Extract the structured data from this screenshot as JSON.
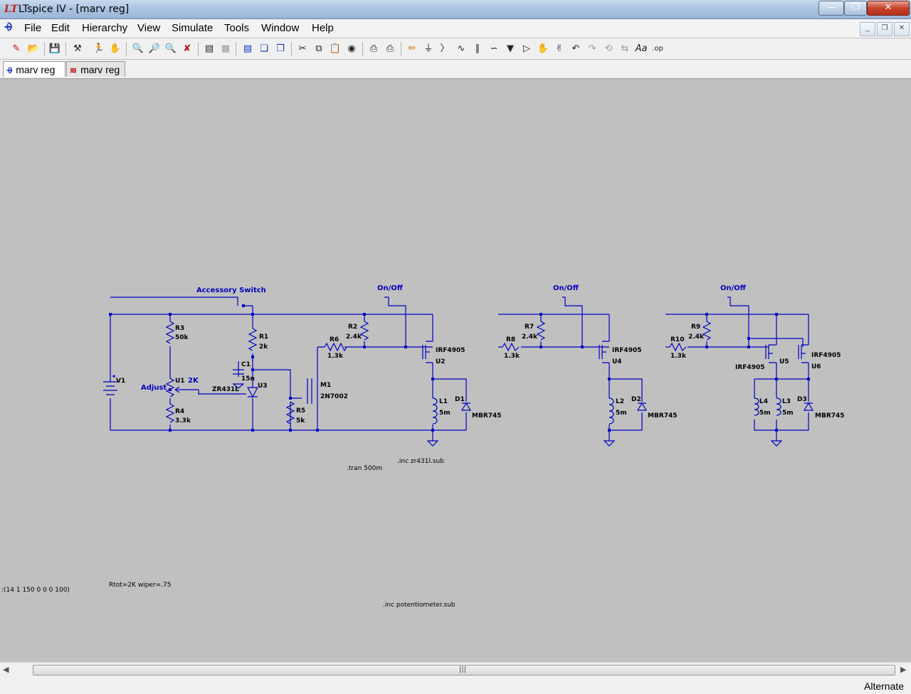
{
  "window": {
    "title": "LTspice IV - [marv reg]",
    "app_icon": "LT"
  },
  "menu": [
    "File",
    "Edit",
    "Hierarchy",
    "View",
    "Simulate",
    "Tools",
    "Window",
    "Help"
  ],
  "tabs": [
    {
      "label": "marv reg",
      "icon": "schematic-icon"
    },
    {
      "label": "marv reg",
      "icon": "waveform-icon"
    }
  ],
  "colors": {
    "wire": "#0000c0",
    "canvas": "#c0c0c0"
  },
  "schematic": {
    "nets": {
      "accessory_switch": "Accessory Switch",
      "onoff": "On/Off",
      "adjust": "Adjust",
      "pot_value": "2K"
    },
    "parts": {
      "V1": {
        "name": "V1"
      },
      "R3": {
        "name": "R3",
        "value": "50k"
      },
      "R4": {
        "name": "R4",
        "value": "3.3k"
      },
      "U1": {
        "name": "U1"
      },
      "R1": {
        "name": "R1",
        "value": "2k"
      },
      "C1": {
        "name": "C1",
        "value": "15n"
      },
      "U3": {
        "name": "U3",
        "model": "ZR431L"
      },
      "R5": {
        "name": "R5",
        "value": "5k"
      },
      "M1": {
        "name": "M1",
        "model": "2N7002"
      },
      "R6": {
        "name": "R6",
        "value": "1.3k"
      },
      "R2": {
        "name": "R2",
        "value": "2.4k"
      },
      "U2": {
        "name": "U2",
        "model": "IRF4905"
      },
      "L1": {
        "name": "L1",
        "value": "5m"
      },
      "D1": {
        "name": "D1",
        "model": "MBR745"
      },
      "R7": {
        "name": "R7",
        "value": "2.4k"
      },
      "R8": {
        "name": "R8",
        "value": "1.3k"
      },
      "U4": {
        "name": "U4",
        "model": "IRF4905"
      },
      "L2": {
        "name": "L2",
        "value": "5m"
      },
      "D2": {
        "name": "D2",
        "model": "MBR745"
      },
      "R9": {
        "name": "R9",
        "value": "2.4k"
      },
      "R10": {
        "name": "R10",
        "value": "1.3k"
      },
      "U5": {
        "name": "U5",
        "model": "IRF4905"
      },
      "U6": {
        "name": "U6",
        "model": "IRF4905"
      },
      "L3": {
        "name": "L3",
        "value": "5m"
      },
      "L4": {
        "name": "L4",
        "value": "5m"
      },
      "D3": {
        "name": "D3",
        "model": "MBR745"
      }
    },
    "directives": {
      "tran": ".tran 500m",
      "inc1": ".inc zr431l.sub",
      "inc2": ".inc potentiometer.sub",
      "source_fragment": ":(14 1 150 0 0 0 100)",
      "params": "Rtot=2K wiper=.75"
    }
  },
  "status": {
    "mode": "Alternate"
  }
}
